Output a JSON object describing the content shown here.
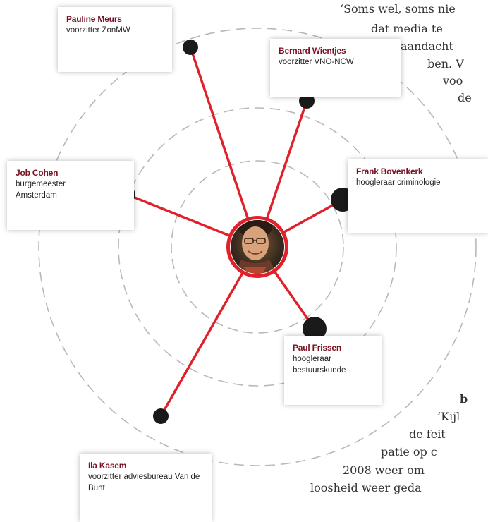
{
  "colors": {
    "edge": "#e0202a",
    "node": "#1a1a1a",
    "ring": "#b8b8b8",
    "center_border": "#e0202a",
    "name_text": "#7a1020"
  },
  "center": {
    "icon": "portrait-photo"
  },
  "people": [
    {
      "name": "Pauline Meurs",
      "role": "voorzitter ZonMW"
    },
    {
      "name": "Bernard Wientjes",
      "role": "voorzitter VNO-NCW"
    },
    {
      "name": "Job Cohen",
      "role": "burgemeester Amsterdam"
    },
    {
      "name": "Frank Bovenkerk",
      "role": "hoogleraar criminologie"
    },
    {
      "name": "Paul Frissen",
      "role": "hoogleraar bestuurskunde"
    },
    {
      "name": "Ila Kasem",
      "role": "voorzitter adviesbureau Van de Bunt"
    }
  ],
  "article": {
    "lines_top": [
      "‘Soms wel, soms nie",
      "dat media te",
      "aandacht",
      "ben. V",
      "voo",
      "de"
    ],
    "lines_bottom_head": "b",
    "lines_bottom": [
      "‘Kijl",
      "de feit",
      "patie op c",
      "2008 weer om",
      "loosheid weer geda"
    ]
  }
}
